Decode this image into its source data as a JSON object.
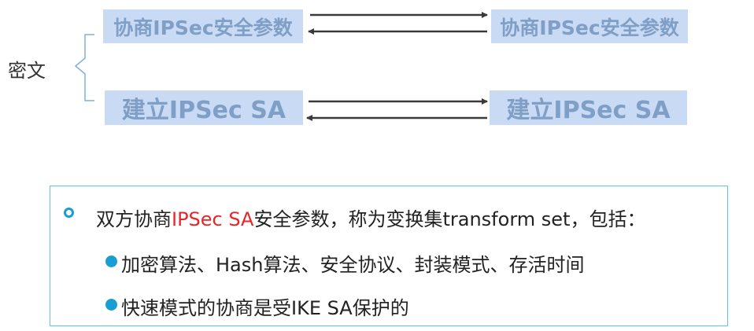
{
  "diagram": {
    "side_label": "密文",
    "top_left": "协商IPSec安全参数",
    "top_right": "协商IPSec安全参数",
    "bottom_left": "建立IPSec SA",
    "bottom_right": "建立IPSec SA"
  },
  "panel": {
    "row1_prefix": "双方协商",
    "row1_highlight": "IPSec SA",
    "row1_suffix": "安全参数，称为变换集transform set，包括：",
    "row2": "加密算法、Hash算法、安全协议、封装模式、存活时间",
    "row3": "快速模式的协商是受IKE SA保护的",
    "highlight_color": "#e8262a",
    "bullet_color": "#1a9ed2"
  },
  "colors": {
    "box_fill": "#c9daf4",
    "box_text": "#7f9fc6",
    "panel_border": "#67c3d8"
  }
}
